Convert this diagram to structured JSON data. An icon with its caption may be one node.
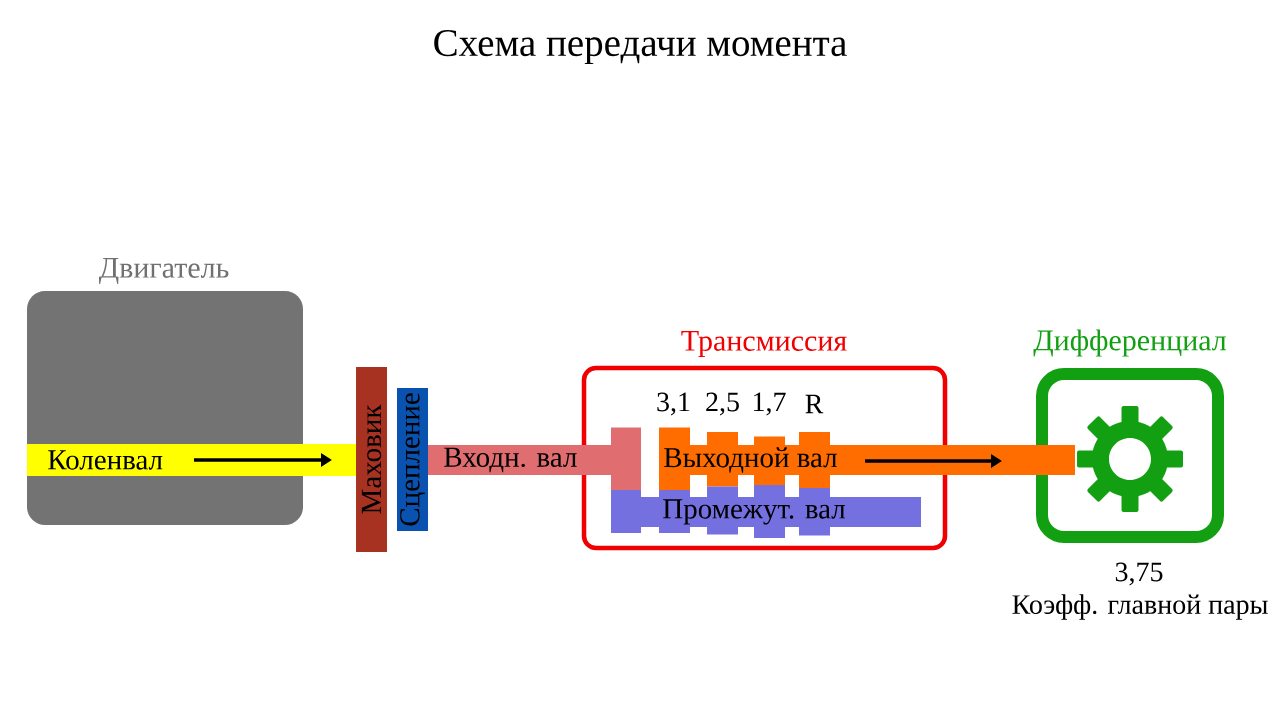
{
  "diagram": {
    "title": "Схема передачи момента",
    "nodes": [
      {
        "text": [
          "Двигатель"
        ]
      },
      {
        "text": [
          "Коленвал"
        ]
      },
      {
        "text": [
          "Маховик"
        ]
      },
      {
        "text": [
          "Сцепление"
        ]
      },
      {
        "text": [
          "Входн. вал"
        ]
      },
      {
        "text": [
          "Трансмиссия"
        ]
      },
      {
        "text": [
          "Выходной вал"
        ]
      },
      {
        "text": [
          "Промежут. вал"
        ],
        "in": 5
      },
      {
        "text": [
          "Дифференциал"
        ],
        "beside": [
          "3,75",
          "Коэфф. главной пары"
        ]
      }
    ],
    "labels": [
      "3,1",
      "2,5",
      "1,7",
      "R"
    ]
  }
}
